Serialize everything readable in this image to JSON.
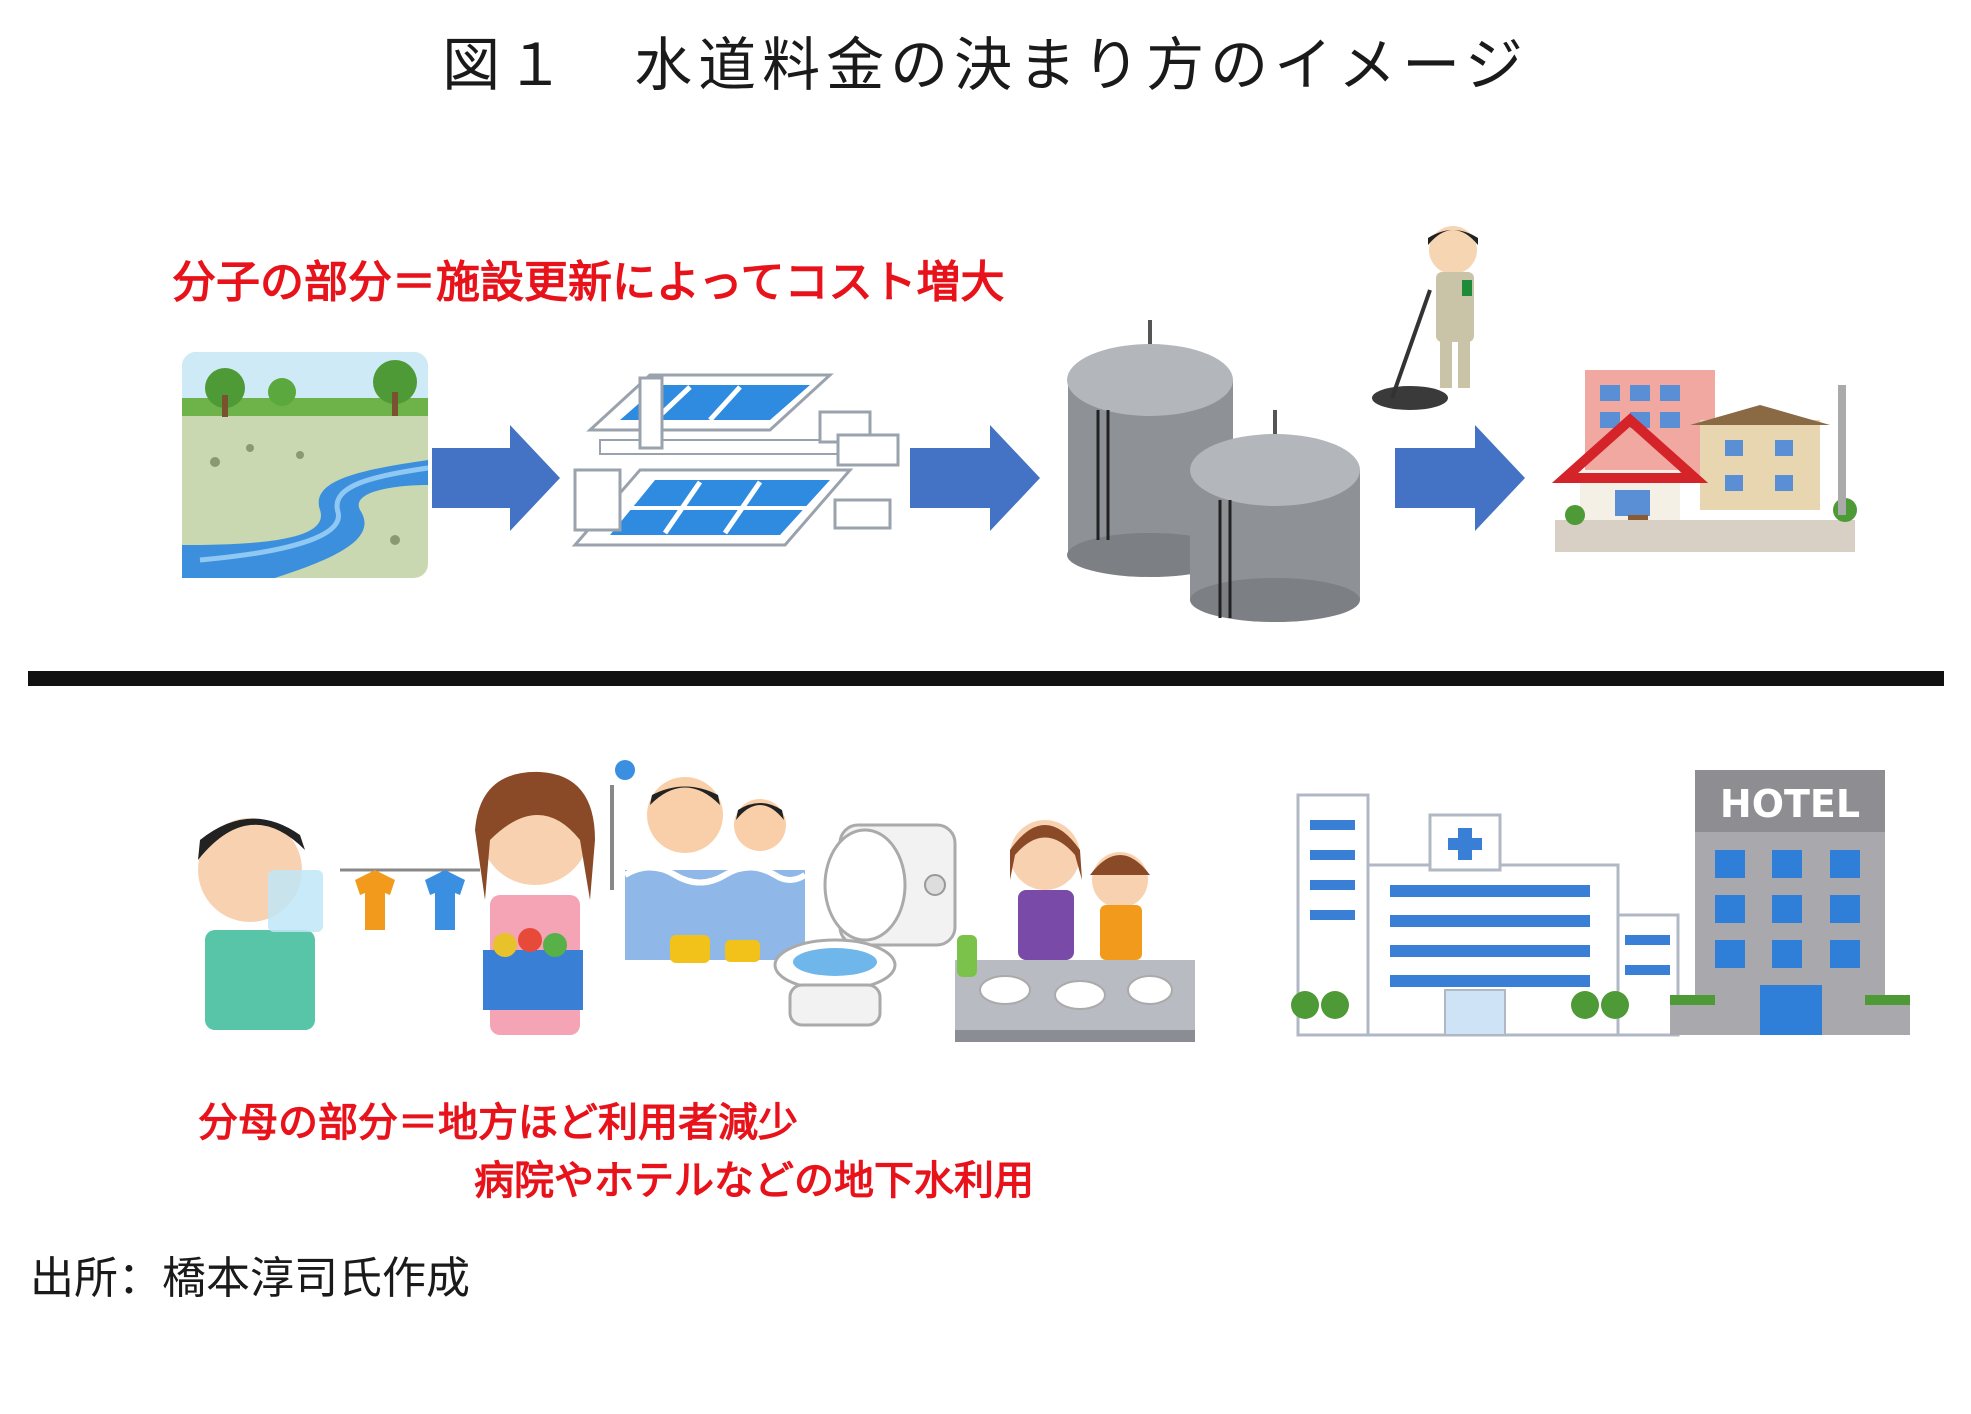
{
  "figure": {
    "title": "図１　水道料金の決まり方のイメージ",
    "numerator_label": "分子の部分＝施設更新によってコスト増大",
    "denominator_label_line1": "分母の部分＝地方ほど利用者減少",
    "denominator_label_line2": "病院やホテルなどの地下水利用",
    "source": "出所：橋本淳司氏作成",
    "hotel_sign": "HOTEL"
  },
  "colors": {
    "label_red": "#e8121b",
    "arrow_blue": "#4472c4",
    "divider": "#111111"
  },
  "icons": {
    "top_row": [
      "river-icon",
      "water-treatment-plant-icon",
      "water-tanks-icon",
      "pipe-inspector-icon",
      "houses-icon"
    ],
    "bottom_row": [
      "drinking-water-icon",
      "laundry-icon",
      "bath-icon",
      "toilet-icon",
      "dishwashing-icon",
      "hospital-icon",
      "hotel-icon"
    ]
  }
}
